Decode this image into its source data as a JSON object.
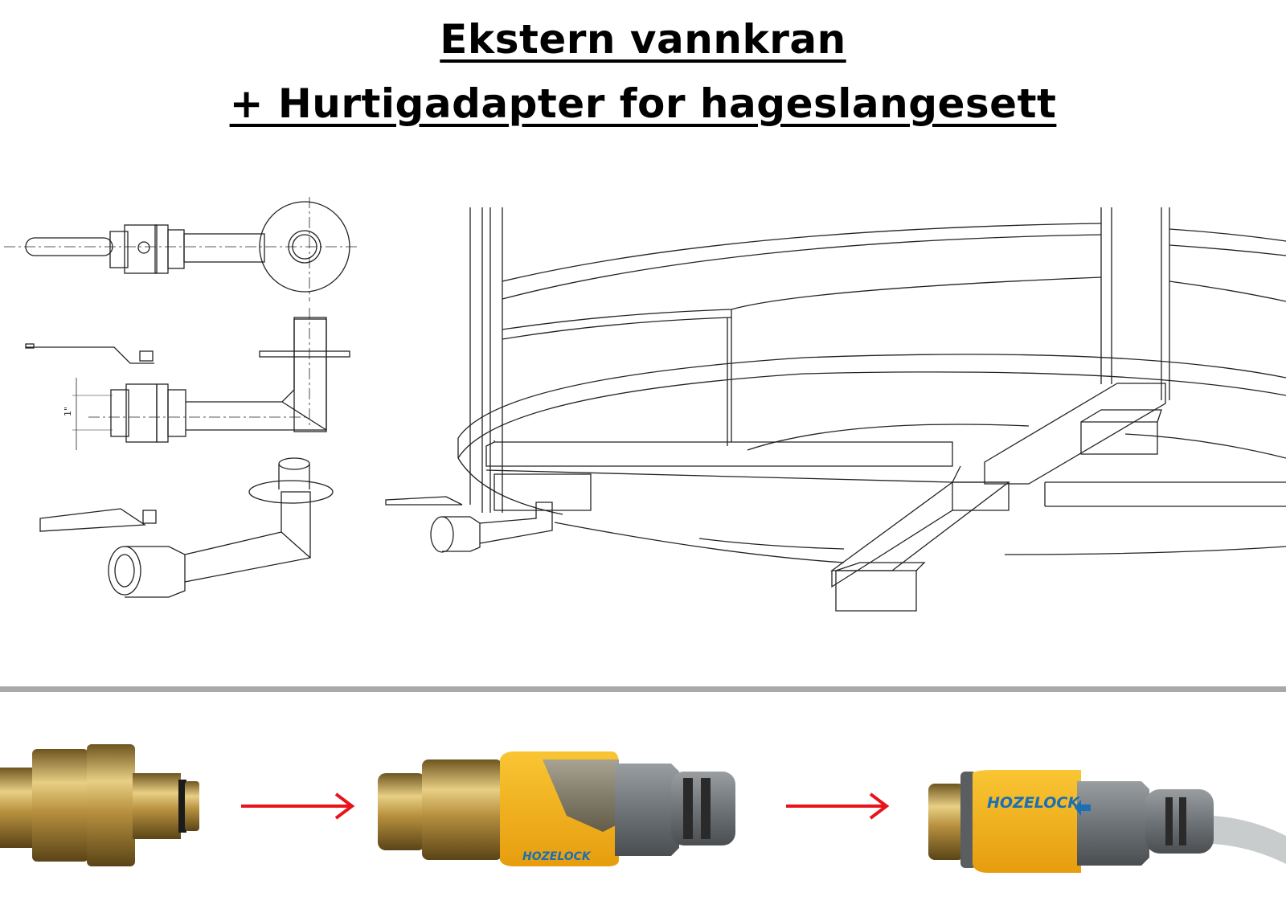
{
  "title": {
    "line1": "Ekstern vannkran ",
    "line2": "+ Hurtigadapter for hageslangesett"
  },
  "drawing": {
    "dimension_label": "1\""
  },
  "photos": [
    {
      "name": "brass-adapter"
    },
    {
      "name": "adapter-with-connector",
      "logo": "HOZELOCK"
    },
    {
      "name": "hose-connector",
      "logo": "HOZELOCK"
    }
  ],
  "colors": {
    "arrow": "#e8141b",
    "connector_yellow": "#f5b21b",
    "connector_gray": "#6f7478",
    "brass": "#b8913f",
    "logo_blue": "#1a6fb5",
    "separator": "#a9a9a9"
  }
}
